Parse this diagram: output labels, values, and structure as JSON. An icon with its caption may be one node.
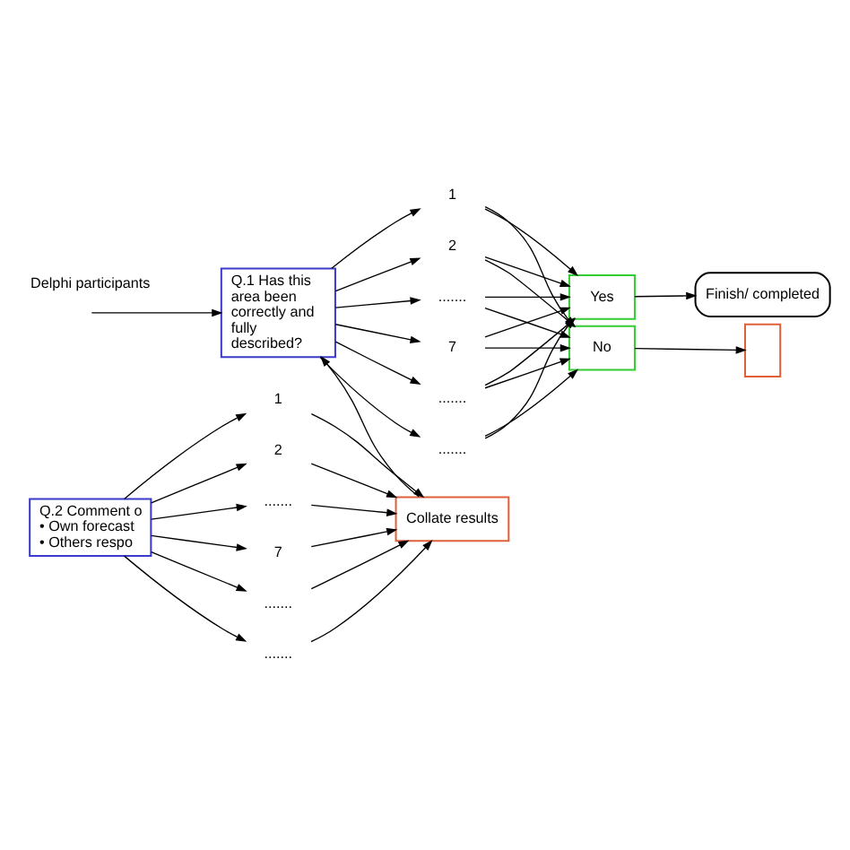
{
  "diagram": {
    "nodes": [
      {
        "text": [
          "Q.1 Has this area been correctly and fully described?"
        ]
      },
      {
        "text": [
          "1"
        ]
      },
      {
        "text": [
          "2"
        ]
      },
      {
        "text": [
          "......."
        ]
      },
      {
        "text": [
          "7"
        ]
      },
      {
        "text": [
          "......."
        ]
      },
      {
        "text": [
          "......."
        ]
      },
      {
        "text": [
          "Yes"
        ]
      },
      {
        "text": [
          "No"
        ]
      },
      {
        "text": [
          "Finish/ completed"
        ]
      },
      {
        "text": [],
        "shape": "box"
      },
      {
        "text": [
          "Q.2 Comment o",
          "• Own forecast",
          "• Others respo"
        ]
      },
      {
        "text": [
          "1"
        ]
      },
      {
        "text": [
          "2"
        ]
      },
      {
        "text": [
          "......."
        ]
      },
      {
        "text": [
          "7"
        ]
      },
      {
        "text": [
          "......."
        ]
      },
      {
        "text": [
          "......."
        ]
      },
      {
        "text": [
          "Collate results"
        ]
      }
    ],
    "edges": [
      {
        "from": null,
        "to": 0,
        "arrow": "to"
      },
      {
        "from": 0,
        "to": 1,
        "arrow": "to"
      },
      {
        "from": 0,
        "to": 2,
        "arrow": "to"
      },
      {
        "from": 0,
        "to": 3,
        "arrow": "to"
      },
      {
        "from": 0,
        "to": 4,
        "arrow": "to"
      },
      {
        "from": 0,
        "to": 5,
        "arrow": "to"
      },
      {
        "from": 0,
        "to": 6,
        "arrow": "to"
      },
      {
        "from": 1,
        "to": 7,
        "arrow": "to"
      },
      {
        "from": 2,
        "to": 7,
        "arrow": "to"
      },
      {
        "from": 3,
        "to": 7,
        "arrow": "to"
      },
      {
        "from": 4,
        "to": 7,
        "arrow": "to"
      },
      {
        "from": 5,
        "to": 7,
        "arrow": "to"
      },
      {
        "from": 6,
        "to": 7,
        "arrow": "to"
      },
      {
        "from": 1,
        "to": 8,
        "arrow": "to"
      },
      {
        "from": 2,
        "to": 8,
        "arrow": "to"
      },
      {
        "from": 3,
        "to": 8,
        "arrow": "to"
      },
      {
        "from": 4,
        "to": 8,
        "arrow": "to"
      },
      {
        "from": 5,
        "to": 8,
        "arrow": "to"
      },
      {
        "from": 6,
        "to": 8,
        "arrow": "to"
      },
      {
        "from": 7,
        "to": 9,
        "arrow": "to"
      },
      {
        "from": 8,
        "to": 10,
        "arrow": "to"
      },
      {
        "from": 11,
        "to": 12,
        "arrow": "to"
      },
      {
        "from": 11,
        "to": 13,
        "arrow": "to"
      },
      {
        "from": 11,
        "to": 14,
        "arrow": "to"
      },
      {
        "from": 11,
        "to": 15,
        "arrow": "to"
      },
      {
        "from": 11,
        "to": 16,
        "arrow": "to"
      },
      {
        "from": 11,
        "to": 17,
        "arrow": "to"
      },
      {
        "from": 12,
        "to": 18,
        "arrow": "to"
      },
      {
        "from": 13,
        "to": 18,
        "arrow": "to"
      },
      {
        "from": 14,
        "to": 18,
        "arrow": "to"
      },
      {
        "from": 15,
        "to": 18,
        "arrow": "to"
      },
      {
        "from": 16,
        "to": 18,
        "arrow": "to"
      },
      {
        "from": 17,
        "to": 18,
        "arrow": "to"
      },
      {
        "from": 18,
        "to": 0,
        "arrow": "to"
      }
    ],
    "labels": [
      "Delphi participants"
    ]
  }
}
